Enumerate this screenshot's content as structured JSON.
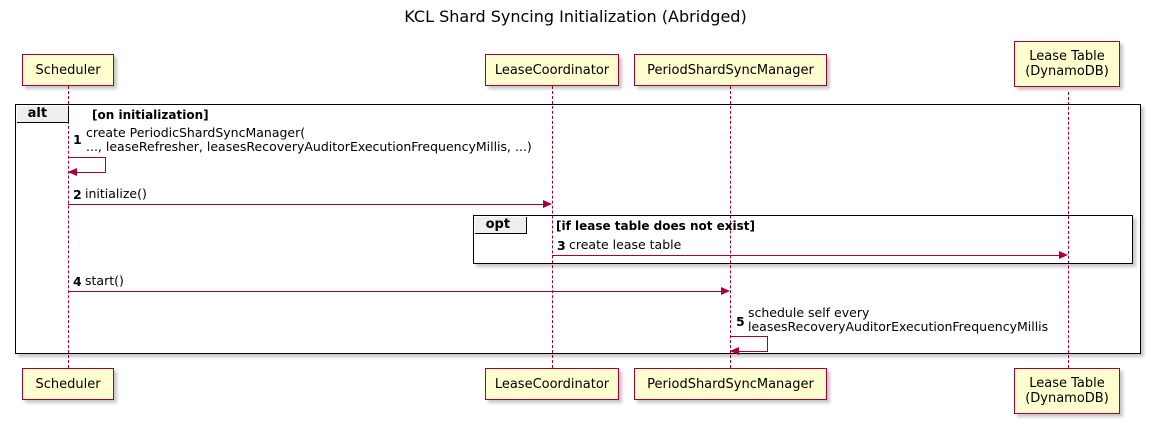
{
  "diagram": {
    "title": "KCL Shard Syncing Initialization (Abridged)",
    "type": "sequence-diagram",
    "accent_color": "#A80036",
    "participant_fill": "#FEFECE",
    "frame_tab_fill": "#EEEEEE"
  },
  "participants": [
    {
      "id": "scheduler",
      "label": "Scheduler"
    },
    {
      "id": "lease-coordinator",
      "label": "LeaseCoordinator"
    },
    {
      "id": "period-shard-sync-manager",
      "label": "PeriodShardSyncManager"
    },
    {
      "id": "lease-table",
      "label": "Lease Table\n(DynamoDB)"
    }
  ],
  "fragments": [
    {
      "id": "alt",
      "kind": "alt",
      "condition": "[on initialization]"
    },
    {
      "id": "opt",
      "kind": "opt",
      "condition": "[if lease table does not exist]"
    }
  ],
  "messages": [
    {
      "seq": "1",
      "from": "scheduler",
      "to": "scheduler",
      "self": true,
      "label": "create PeriodicShardSyncManager(\n    ..., leaseRefresher, leasesRecoveryAuditorExecutionFrequencyMillis, ...)"
    },
    {
      "seq": "2",
      "from": "scheduler",
      "to": "lease-coordinator",
      "self": false,
      "label": "initialize()"
    },
    {
      "seq": "3",
      "from": "lease-coordinator",
      "to": "lease-table",
      "self": false,
      "label": "create lease table"
    },
    {
      "seq": "4",
      "from": "scheduler",
      "to": "period-shard-sync-manager",
      "self": false,
      "label": "start()"
    },
    {
      "seq": "5",
      "from": "period-shard-sync-manager",
      "to": "period-shard-sync-manager",
      "self": true,
      "label": "schedule self every\n  leasesRecoveryAuditorExecutionFrequencyMillis"
    }
  ]
}
